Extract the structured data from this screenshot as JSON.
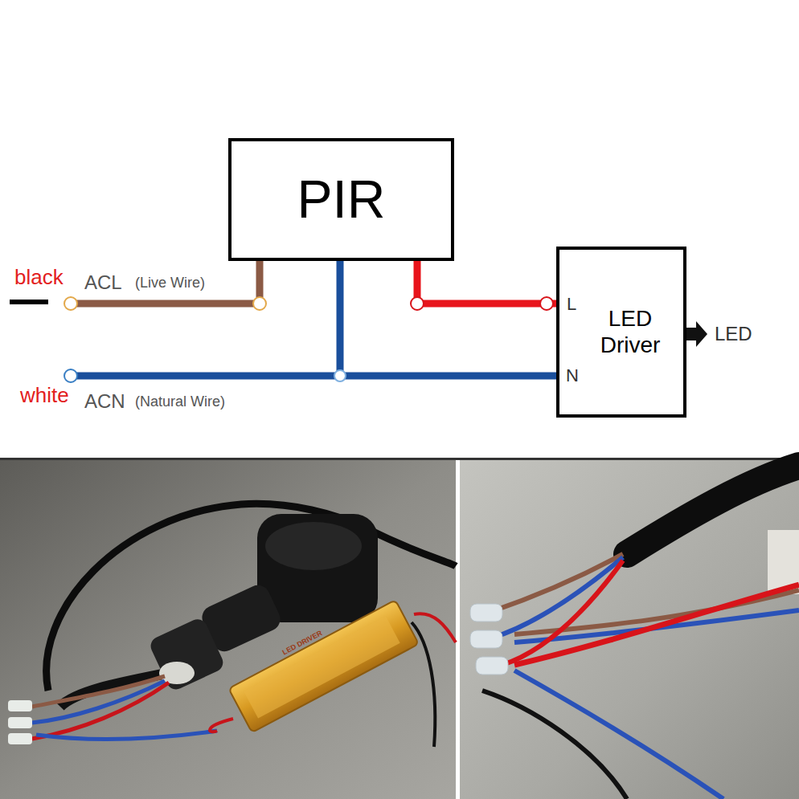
{
  "diagram": {
    "nodes": [
      {
        "text": [
          "PIR"
        ]
      },
      {
        "text": [
          "LED Driver"
        ]
      }
    ],
    "edges": [
      {
        "from": 0,
        "to": 1,
        "arrow": "none"
      },
      {
        "from": 0,
        "to": 1,
        "arrow": "none"
      }
    ],
    "labels": [
      "black",
      "ACL",
      "(Live Wire)",
      "white",
      "ACN",
      "(Natural Wire)",
      "L",
      "N",
      "LED",
      "LED DRIVER"
    ]
  }
}
